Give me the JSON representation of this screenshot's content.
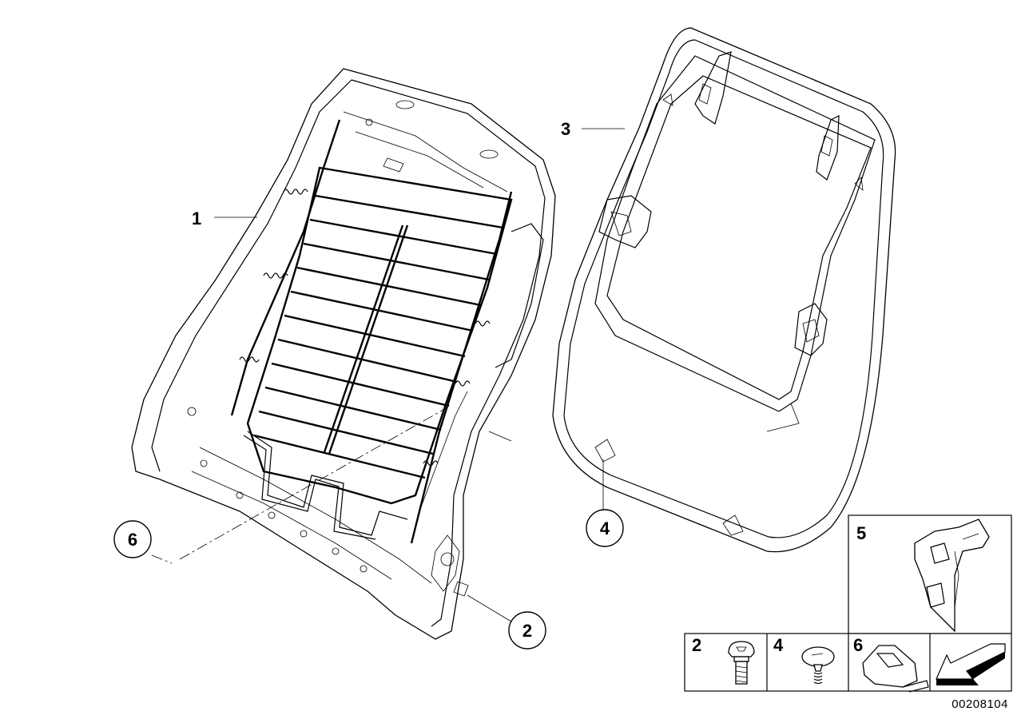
{
  "callouts": {
    "c1": "1",
    "c2": "2",
    "c3": "3",
    "c4": "4",
    "c5": "5",
    "c6": "6"
  },
  "legend": {
    "c2": "2",
    "c4": "4",
    "c6": "6"
  },
  "reference_number": "00208104",
  "icons": {
    "arrow": "arrow-icon"
  }
}
